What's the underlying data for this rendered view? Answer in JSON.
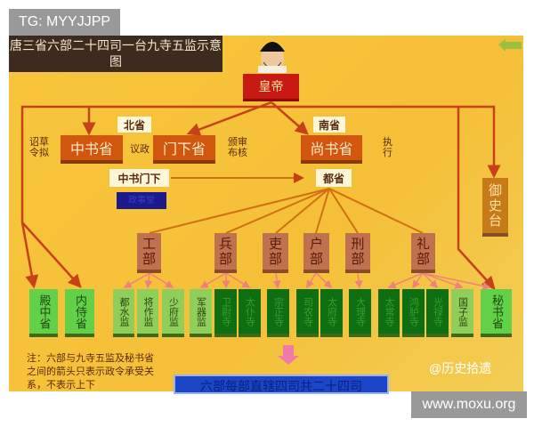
{
  "watermarks": {
    "top_left": "TG: MYYJJPP",
    "bottom_right": "www.moxu.org",
    "source": "@历史拾遗"
  },
  "title": "唐三省六部二十四司一台九寺五监示意图",
  "emperor": "皇帝",
  "north_label": "北省",
  "south_label": "南省",
  "provinces": {
    "zhongshu": "中书省",
    "menxia": "门下省",
    "shangshu": "尚书省"
  },
  "annotations": {
    "zhongshu": "诏草令拟",
    "yizheng": "议政",
    "menxia": "颁审布核",
    "shangshu": "执行"
  },
  "zhongshu_menxia": "中书门下",
  "dusheng": "都省",
  "purple_box": "政事堂",
  "censorate": "御史台",
  "ministries": [
    "工部",
    "兵部",
    "吏部",
    "户部",
    "刑部",
    "礼部"
  ],
  "offices": [
    "殿中省",
    "内侍省",
    "都水监",
    "将作监",
    "少府监",
    "军器监",
    "卫尉寺",
    "太仆寺",
    "宗正寺",
    "司农寺",
    "太府寺",
    "大理寺",
    "太常寺",
    "鸿胪寺",
    "光禄寺",
    "国子监",
    "秘书省"
  ],
  "office_kinds": [
    "bright",
    "bright",
    "light",
    "light",
    "light",
    "light",
    "dark",
    "dark",
    "dark",
    "dark",
    "dark",
    "dark",
    "dark",
    "dark",
    "dark",
    "light",
    "bright"
  ],
  "note": "注：六部与九寺五监及秘书省之间的箭头只表示政令承受关系，不表示上下",
  "bottom_box": "六部每部直辖四司共二十四司",
  "colors": {
    "background": "#f5c038",
    "emperor": "#c81a12",
    "province": "#d2570e",
    "ministry": "#c0714e",
    "arrow": "#c8401a"
  }
}
